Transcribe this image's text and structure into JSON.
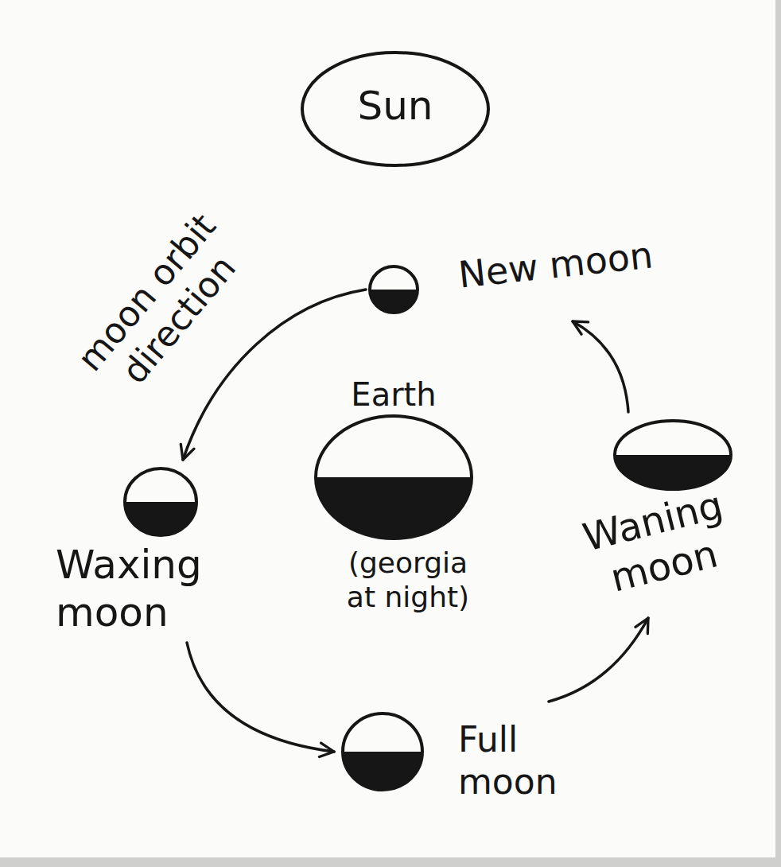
{
  "diagram": {
    "nodes": [
      {
        "text": [
          "Sun"
        ]
      },
      {
        "text": [
          "New moon"
        ]
      },
      {
        "text": [
          "Earth",
          "(georgia at night)"
        ]
      },
      {
        "text": [
          "Waxing moon"
        ]
      },
      {
        "text": [
          "Waning moon"
        ]
      },
      {
        "text": [
          "Full moon"
        ]
      }
    ],
    "edges": [
      {
        "from": 1,
        "to": 3,
        "arrow": "to"
      },
      {
        "from": 3,
        "to": 5,
        "arrow": "to"
      },
      {
        "from": 5,
        "to": 4,
        "arrow": "to"
      },
      {
        "from": 4,
        "to": 1,
        "arrow": "to"
      }
    ],
    "labels": [
      "moon orbit direction"
    ]
  }
}
